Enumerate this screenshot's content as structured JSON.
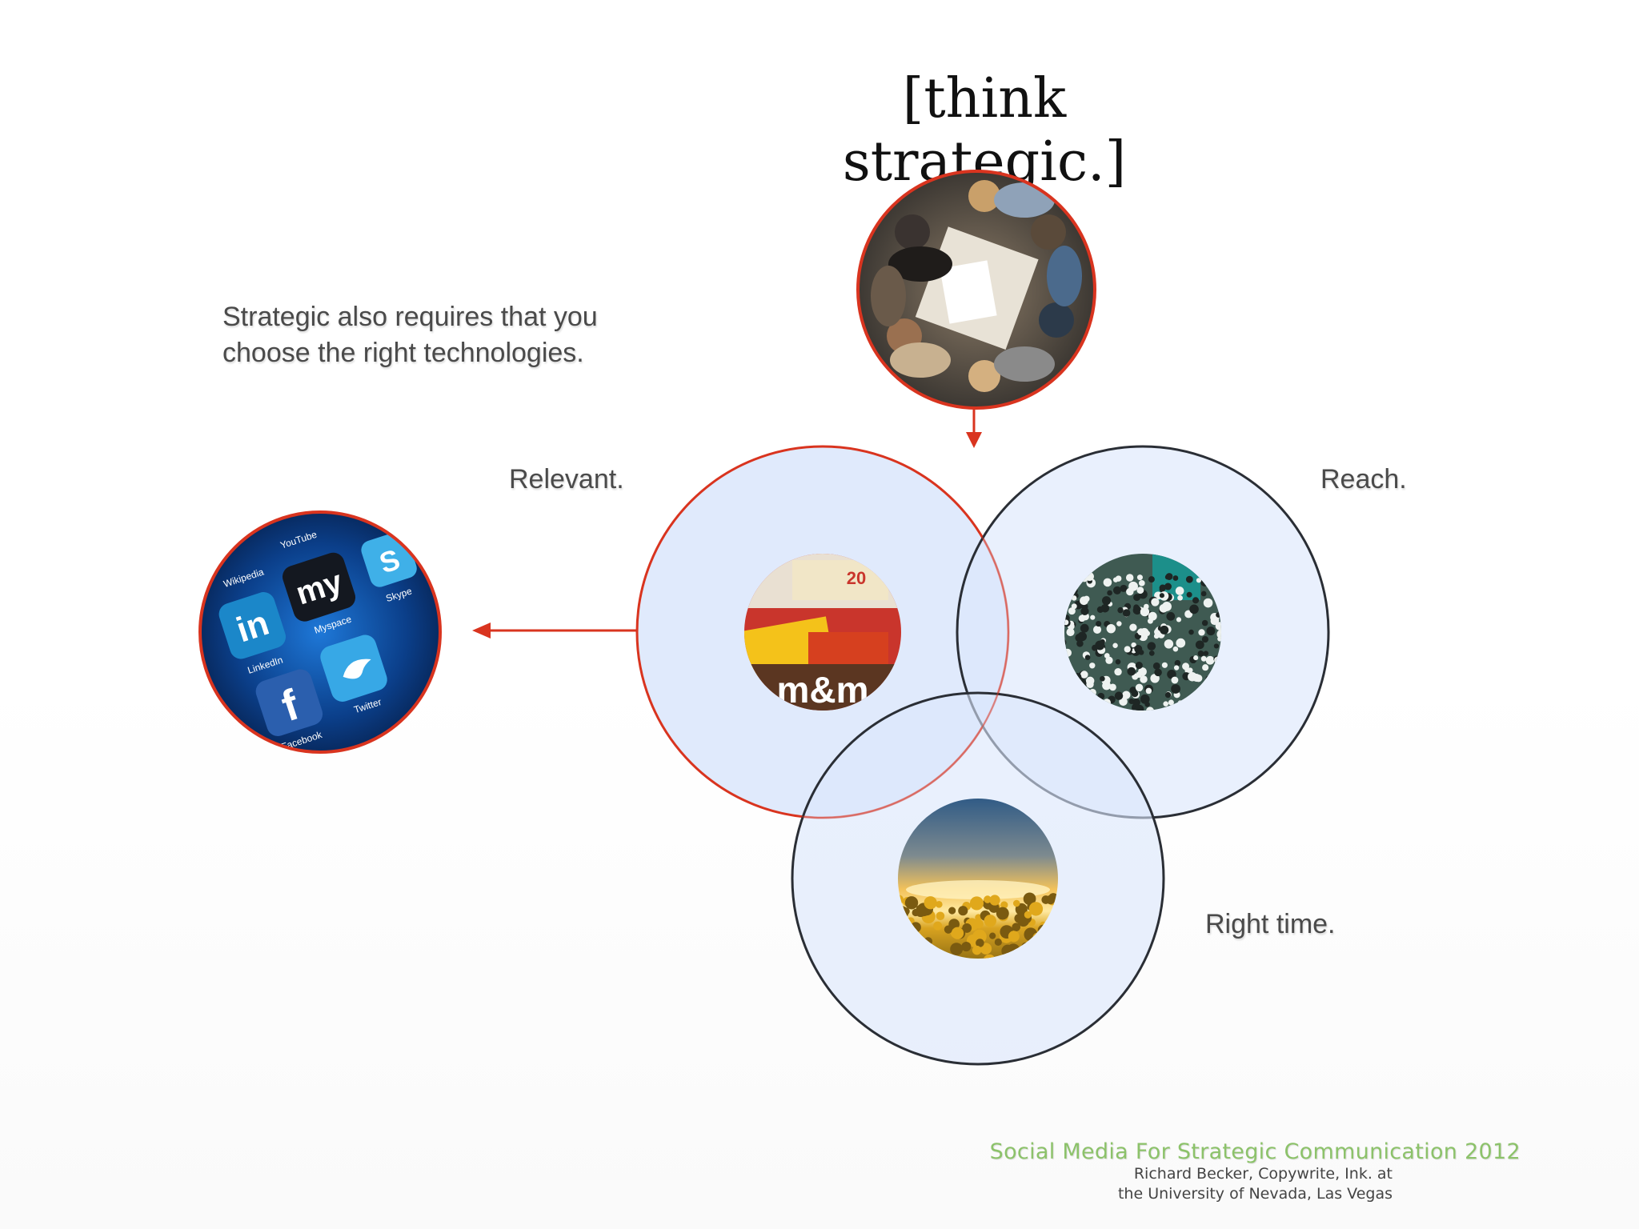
{
  "slide": {
    "title": "[think strategic.]",
    "note_line1": "Strategic also requires that you",
    "note_line2": "choose the right technologies.",
    "labels": {
      "relevant": "Relevant.",
      "reach": "Reach.",
      "right_time": "Right time."
    },
    "footer": {
      "title": "Social Media For Strategic Communication 2012",
      "line1": "Richard Becker, Copywrite, Ink. at",
      "line2": "the University of Nevada, Las Vegas"
    },
    "image_text": {
      "social_icons": [
        "in",
        "my",
        "f",
        "LinkedIn",
        "Myspace",
        "Facebook",
        "Twitter",
        "YouTube",
        "Wikipedia",
        "Skype"
      ],
      "candy": "m&m"
    }
  },
  "colors": {
    "accent_red": "#d9341f",
    "circle_fill": "#dbe6fb",
    "circle_dark_stroke": "#2a2e35",
    "footer_green": "#8cc26a"
  }
}
